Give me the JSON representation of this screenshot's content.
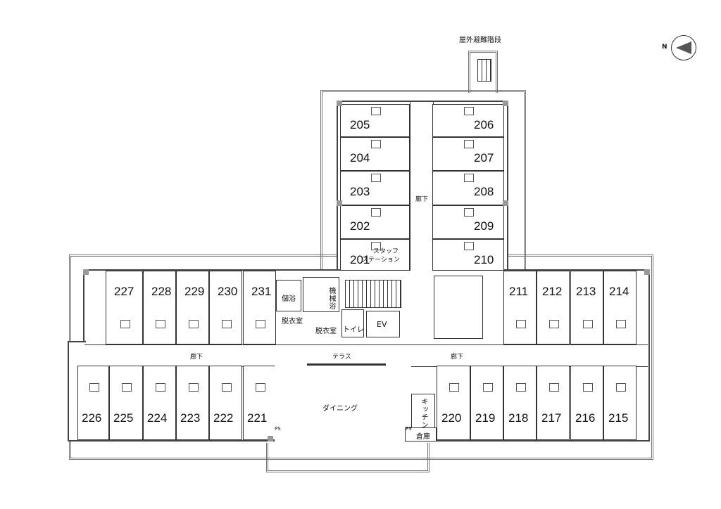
{
  "title_escape_stair": "屋外避難階段",
  "compass_label": "N",
  "tower_rooms_left": [
    "205",
    "204",
    "203",
    "202",
    "201"
  ],
  "tower_rooms_right": [
    "206",
    "207",
    "208",
    "209",
    "210"
  ],
  "upper_left_rooms": [
    "227",
    "228",
    "229",
    "230",
    "231"
  ],
  "upper_right_rooms": [
    "211",
    "212",
    "213",
    "214"
  ],
  "lower_left_rooms": [
    "226",
    "225",
    "224",
    "223",
    "222",
    "221"
  ],
  "lower_right_rooms": [
    "220",
    "219",
    "218",
    "217",
    "216",
    "215"
  ],
  "labels": {
    "corridor": "廊下",
    "terrace": "テラス",
    "dining": "ダイニング",
    "kitchen": "キッチン",
    "storage": "倉庫",
    "ps": "PS",
    "staff_station_1": "スタッフ",
    "staff_station_2": "ステーション",
    "private_bath": "個浴",
    "machine_bath": "機械浴",
    "dressing_room": "脱衣室",
    "toilet": "トイレ",
    "ev": "EV"
  }
}
